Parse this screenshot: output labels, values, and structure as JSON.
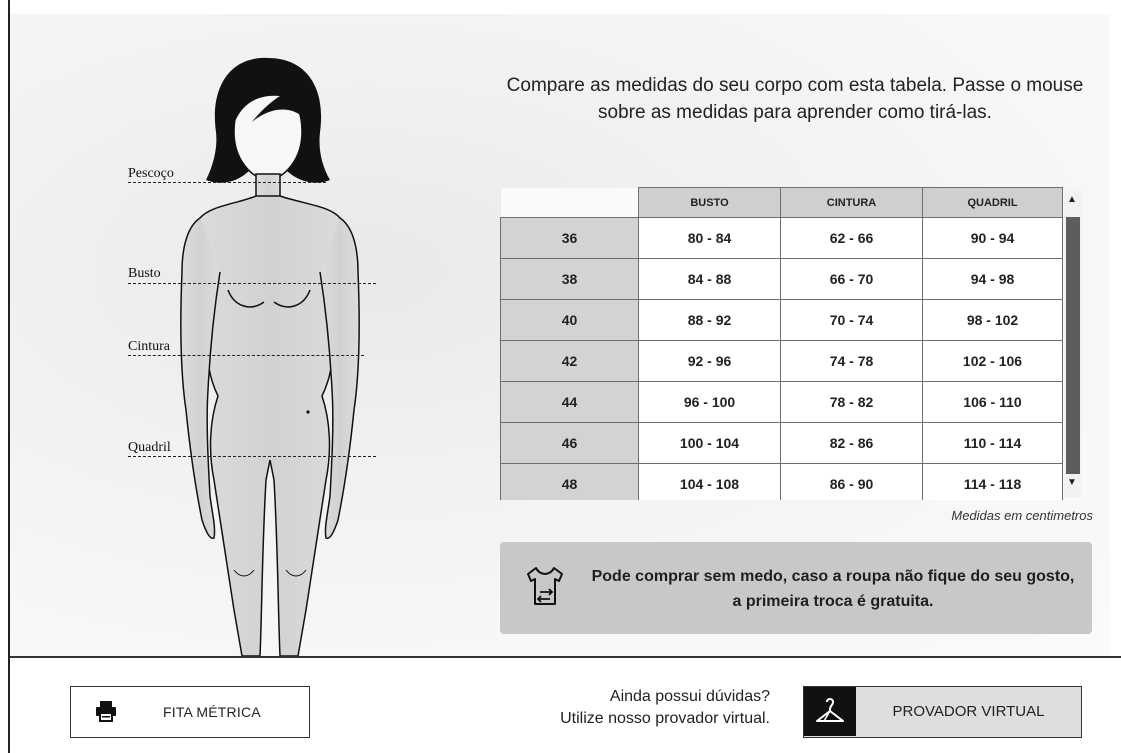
{
  "intro_text": "Compare as medidas do seu corpo com esta tabela. Passe o mouse sobre as medidas para aprender como tirá-las.",
  "figure": {
    "labels": {
      "neck": "Pescoço",
      "bust": "Busto",
      "waist": "Cintura",
      "hip": "Quadril"
    }
  },
  "size_table": {
    "headers": [
      "",
      "BUSTO",
      "CINTURA",
      "QUADRIL"
    ],
    "rows": [
      {
        "size": "36",
        "busto": "80 - 84",
        "cintura": "62 - 66",
        "quadril": "90 - 94"
      },
      {
        "size": "38",
        "busto": "84 - 88",
        "cintura": "66 - 70",
        "quadril": "94 - 98"
      },
      {
        "size": "40",
        "busto": "88 - 92",
        "cintura": "70 - 74",
        "quadril": "98 - 102"
      },
      {
        "size": "42",
        "busto": "92 - 96",
        "cintura": "74 - 78",
        "quadril": "102 - 106"
      },
      {
        "size": "44",
        "busto": "96 - 100",
        "cintura": "78 - 82",
        "quadril": "106 - 110"
      },
      {
        "size": "46",
        "busto": "100 - 104",
        "cintura": "82 - 86",
        "quadril": "110 - 114"
      },
      {
        "size": "48",
        "busto": "104 - 108",
        "cintura": "86 - 90",
        "quadril": "114 - 118"
      }
    ],
    "units_note": "Medidas em centimetros"
  },
  "banner": {
    "icon": "tshirt-exchange-icon",
    "text": "Pode comprar sem medo, caso a roupa não fique do seu gosto, a primeira troca é gratuita."
  },
  "footer": {
    "fita_button": {
      "label": "FITA MÉTRICA",
      "icon": "printer-icon"
    },
    "help_line1": "Ainda possui dúvidas?",
    "help_line2": "Utilize nosso provador virtual.",
    "provador_button": {
      "label": "PROVADOR VIRTUAL",
      "icon": "hanger-icon"
    }
  }
}
